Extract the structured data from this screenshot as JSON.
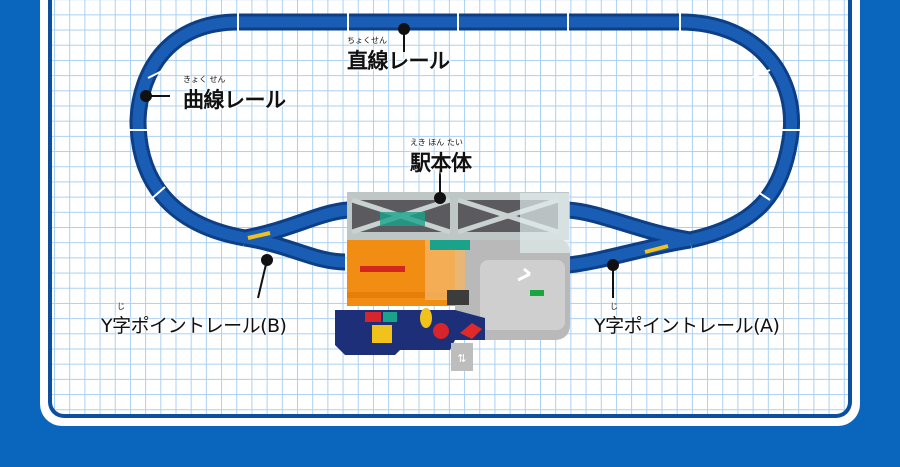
{
  "labels": {
    "straight": {
      "ruby": "ちょくせん",
      "text": "直線レール"
    },
    "curve": {
      "ruby": "きょく せん",
      "text": "曲線レール"
    },
    "station": {
      "ruby": "えき ほん たい",
      "text": "駅本体"
    },
    "ypoint_b": {
      "ruby": "じ",
      "text": "Y字ポイントレール(B)"
    },
    "ypoint_a": {
      "ruby": "じ",
      "text": "Y字ポイントレール(A)"
    }
  },
  "colors": {
    "background": "#0a66bc",
    "track": "#1452a6",
    "grid": "#a9d0f2"
  }
}
